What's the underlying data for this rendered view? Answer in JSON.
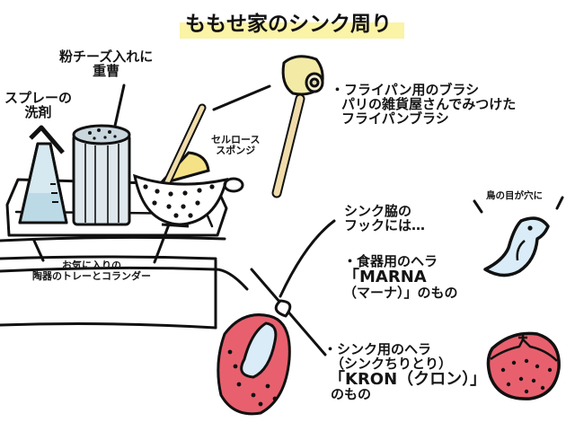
{
  "title": "ももせ家のシンク周り",
  "colors": {
    "title_highlight": "#fbf3a6",
    "glass_blue": "#cfe3ee",
    "sponge_yellow": "#f7e48c",
    "wood": "#f0dcaa",
    "strawberry_red": "#e8606e",
    "bird_blue": "#d9ecf7"
  },
  "labels": {
    "baking_soda": {
      "line1": "粉チーズ入れに",
      "line2": "重曹"
    },
    "spray_detergent": {
      "line1": "スプレーの",
      "line2": "洗剤"
    },
    "cellulose_sponge": {
      "line1": "セルロース",
      "line2": "スポンジ"
    },
    "tray_colander": {
      "line1": "お気に入りの",
      "line2": "陶器のトレーとコランダー"
    },
    "frying_pan_brush": {
      "line1": "・フライパン用のブラシ",
      "line2": "パリの雑貨屋さんでみつけた",
      "line3": "フライパンブラシ"
    },
    "bird_eye_hole": "鳥の目が穴に",
    "sink_hook": {
      "line1": "シンク脇の",
      "line2": "フックには…"
    },
    "marna_spatula": {
      "line1": "・食器用のヘラ",
      "line2": "「MARNA",
      "line3": "（マーナ）」のもの"
    },
    "kron_spatula": {
      "line1": "・シンク用のヘラ",
      "line2": "（シンクちりとり）",
      "line3": "「KRON（クロン）」",
      "line4": "のもの"
    }
  },
  "illustrations": [
    {
      "name": "spray-bottle",
      "desc": "spray detergent bottle"
    },
    {
      "name": "cheese-shaker",
      "desc": "powdered cheese container with baking soda"
    },
    {
      "name": "colander",
      "desc": "ceramic colander with sponge"
    },
    {
      "name": "tray",
      "desc": "ceramic tray"
    },
    {
      "name": "frying-pan-brush",
      "desc": "wooden brush"
    },
    {
      "name": "bird-spatula",
      "desc": "MARNA bird-shaped spatula"
    },
    {
      "name": "strawberry-spatula",
      "desc": "KRON strawberry sink spatula"
    }
  ]
}
